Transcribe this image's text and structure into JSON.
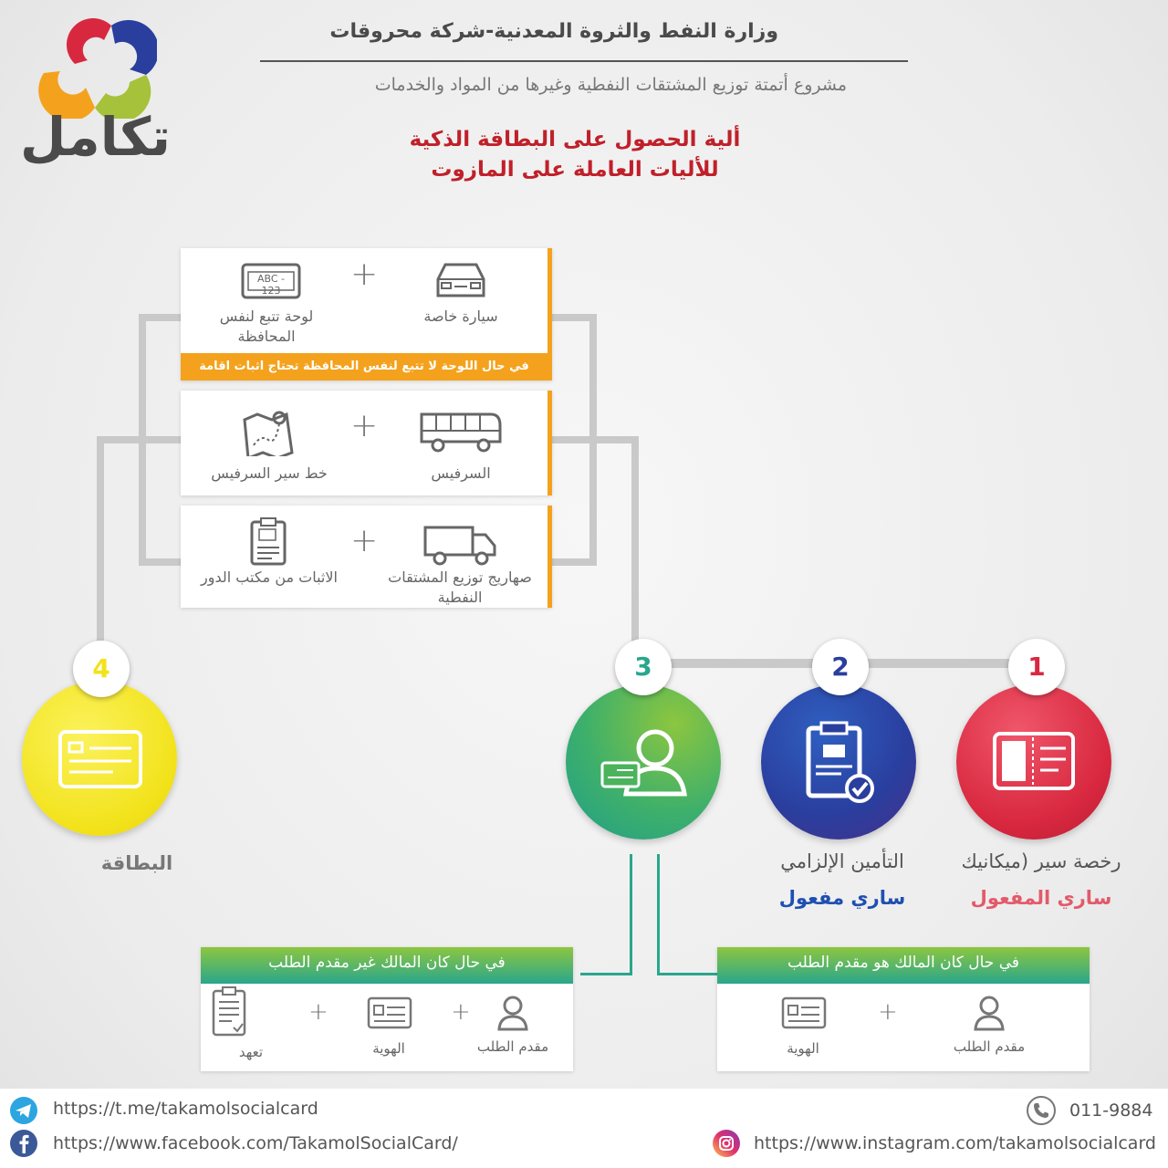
{
  "header": {
    "ministry": "وزارة النفط والثروة المعدنية-شركة محروقات",
    "project": "مشروع أتمتة توزيع المشتقات النفطية وغيرها من المواد والخدمات",
    "title_line1": "ألية الحصول على البطاقة الذكية",
    "title_line2": "للأليات العاملة على المازوت",
    "logo_text": "تكامل"
  },
  "cards": {
    "private_car": "سيارة خاصة",
    "plate_same_gov": "لوحة تتبع لنفس المحافظة",
    "residence_note": "في حال اللوحة لا تتبع لنفس المحافظة تحتاج اثبات اقامة",
    "plate_text": "ABC - 123",
    "service_bus": "السرفيس",
    "service_route": "خط سير السرفيس",
    "tanker": "صهاريج توزيع المشتقات النفطية",
    "office_proof": "الاثبات من مكتب الدور",
    "plus": "+"
  },
  "steps": [
    {
      "num": "1",
      "label": "رخصة سير (ميكانيك",
      "sub": "ساري المفعول"
    },
    {
      "num": "2",
      "label": "التأمين الإلزامي",
      "sub": "ساري مفعول"
    },
    {
      "num": "3"
    },
    {
      "num": "4",
      "label": "البطاقة"
    }
  ],
  "panels": {
    "owner_is_applicant": {
      "title": "في حال كان المالك هو مقدم الطلب",
      "items": [
        "مقدم الطلب",
        "الهوية"
      ]
    },
    "owner_not_applicant": {
      "title": "في حال كان المالك غير مقدم الطلب",
      "items": [
        "مقدم الطلب",
        "الهوية",
        "تعهد"
      ]
    }
  },
  "footer": {
    "telegram": "https://t.me/takamolsocialcard",
    "facebook": "https://www.facebook.com/TakamolSocialCard/",
    "phone": "011-9884",
    "instagram": "https://www.instagram.com/takamolsocialcard"
  },
  "colors": {
    "step1": "#d8283f",
    "step2": "#2a3e9e",
    "step3": "#2aa68c",
    "step4": "#f2e21a",
    "accent_orange": "#f4a21d",
    "title_red": "#c0202a"
  }
}
